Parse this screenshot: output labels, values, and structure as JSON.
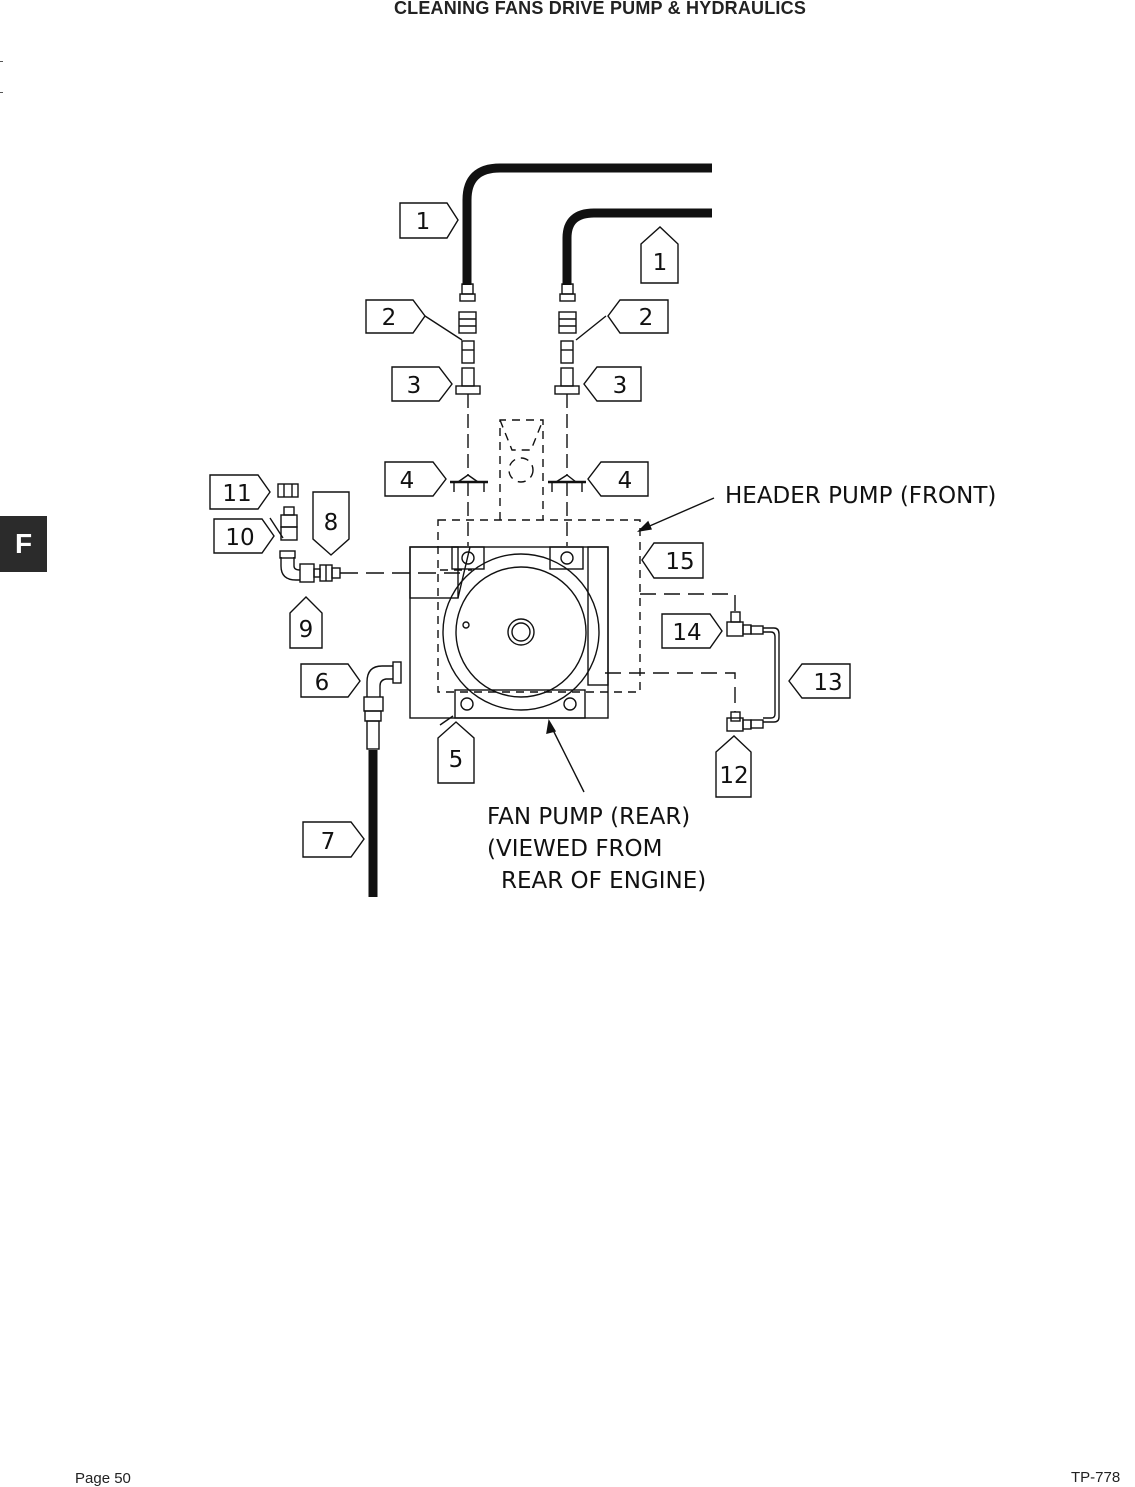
{
  "page": {
    "title": "CLEANING FANS DRIVE PUMP & HYDRAULICS",
    "section_tab": "F",
    "page_number": "Page 50",
    "doc_number": "TP-778"
  },
  "diagram": {
    "callouts": {
      "c1a": "1",
      "c1b": "1",
      "c2a": "2",
      "c2b": "2",
      "c3a": "3",
      "c3b": "3",
      "c4a": "4",
      "c4b": "4",
      "c5": "5",
      "c6": "6",
      "c7": "7",
      "c8": "8",
      "c9": "9",
      "c10": "10",
      "c11": "11",
      "c12": "12",
      "c13": "13",
      "c14": "14",
      "c15": "15"
    },
    "labels": {
      "header_pump": "HEADER PUMP (FRONT)",
      "fan_pump_line1": "FAN PUMP (REAR)",
      "fan_pump_line2": "(VIEWED FROM",
      "fan_pump_line3": "REAR OF ENGINE)"
    }
  }
}
